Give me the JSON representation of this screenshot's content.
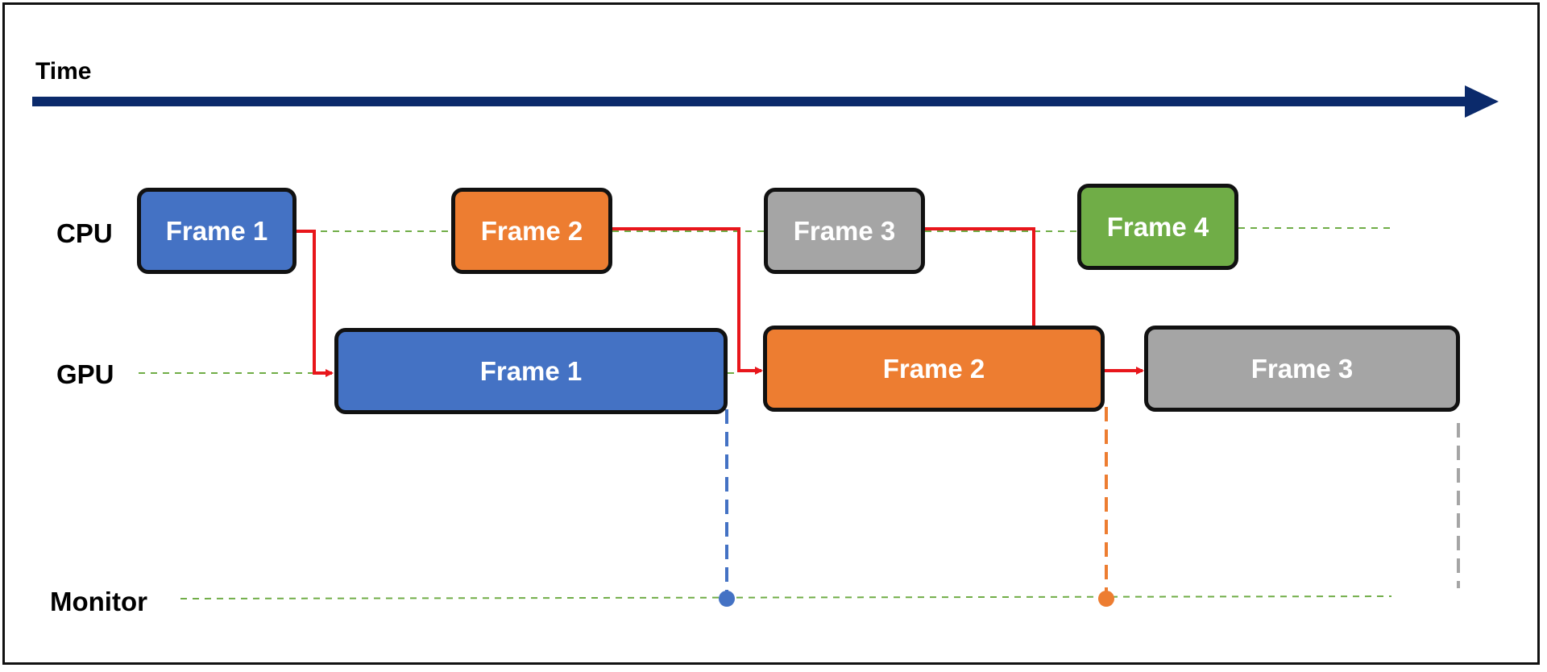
{
  "axis": {
    "time_label": "Time"
  },
  "rows": {
    "cpu": "CPU",
    "gpu": "GPU",
    "monitor": "Monitor"
  },
  "cpu_frames": [
    {
      "label": "Frame 1",
      "color": "#4472C4"
    },
    {
      "label": "Frame 2",
      "color": "#ED7D31"
    },
    {
      "label": "Frame 3",
      "color": "#A5A5A5"
    },
    {
      "label": "Frame 4",
      "color": "#70AD47"
    }
  ],
  "gpu_frames": [
    {
      "label": "Frame 1",
      "color": "#4472C4"
    },
    {
      "label": "Frame 2",
      "color": "#ED7D31"
    },
    {
      "label": "Frame 3",
      "color": "#A5A5A5"
    }
  ],
  "colors": {
    "time_arrow": "#0B2A6B",
    "dependency_arrow": "#E8161B",
    "timeline_dash": "#70AD47",
    "border": "#111111"
  }
}
